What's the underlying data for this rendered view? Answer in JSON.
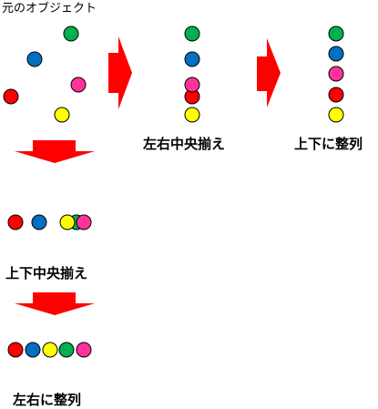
{
  "labels": {
    "original": "元のオブジェクト",
    "center_h": "左右中央揃え",
    "distribute_v": "上下に整列",
    "center_v": "上下中央揃え",
    "distribute_h": "左右に整列"
  },
  "colors": {
    "red": "#ff0000",
    "blue": "#0070c0",
    "green": "#00b050",
    "pink": "#ff3399",
    "yellow": "#ffff00",
    "arrow": "#ff0000"
  }
}
